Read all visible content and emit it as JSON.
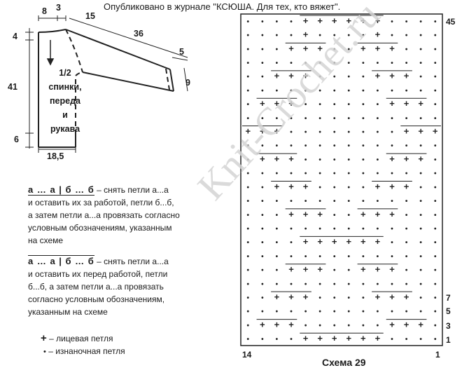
{
  "header": "Опубликовано в журнале \"КСЮША. Для тех, кто вяжет\".",
  "pattern": {
    "dims": {
      "d8": "8",
      "d3": "3",
      "d15": "15",
      "d36": "36",
      "d5": "5",
      "d9": "9",
      "d4": "4",
      "d41": "41",
      "d6": "6",
      "d18": "18,5"
    },
    "label_lines": [
      "1/2",
      "спинки,",
      "переда",
      "и",
      "рукава"
    ]
  },
  "legend": {
    "first": {
      "bracket": "а … а | б … б",
      "lines": [
        "– снять петли а...а",
        "и оставить их за работой, петли б...б,",
        "а затем петли а...а провязать согласно",
        "условным обозначениям, указанным",
        "на схеме"
      ]
    },
    "second": {
      "bracket": "а … а | б … б",
      "lines": [
        "– снять петли а...а",
        "и оставить их перед работой, петли",
        "б...б, а затем петли а...а провязать",
        "согласно условным обозначениям,",
        "указанным на схеме"
      ]
    },
    "symbols": [
      {
        "glyph": "+",
        "text": "– лицевая петля"
      },
      {
        "glyph": "•",
        "text": "– изнаночная петля"
      }
    ]
  },
  "chart": {
    "caption": "Схема 29",
    "col_left": "14",
    "col_right": "1",
    "row_labels": [
      "45",
      "7",
      "5",
      "3",
      "1"
    ]
  },
  "watermark": "Knit-Crochet.ru"
}
